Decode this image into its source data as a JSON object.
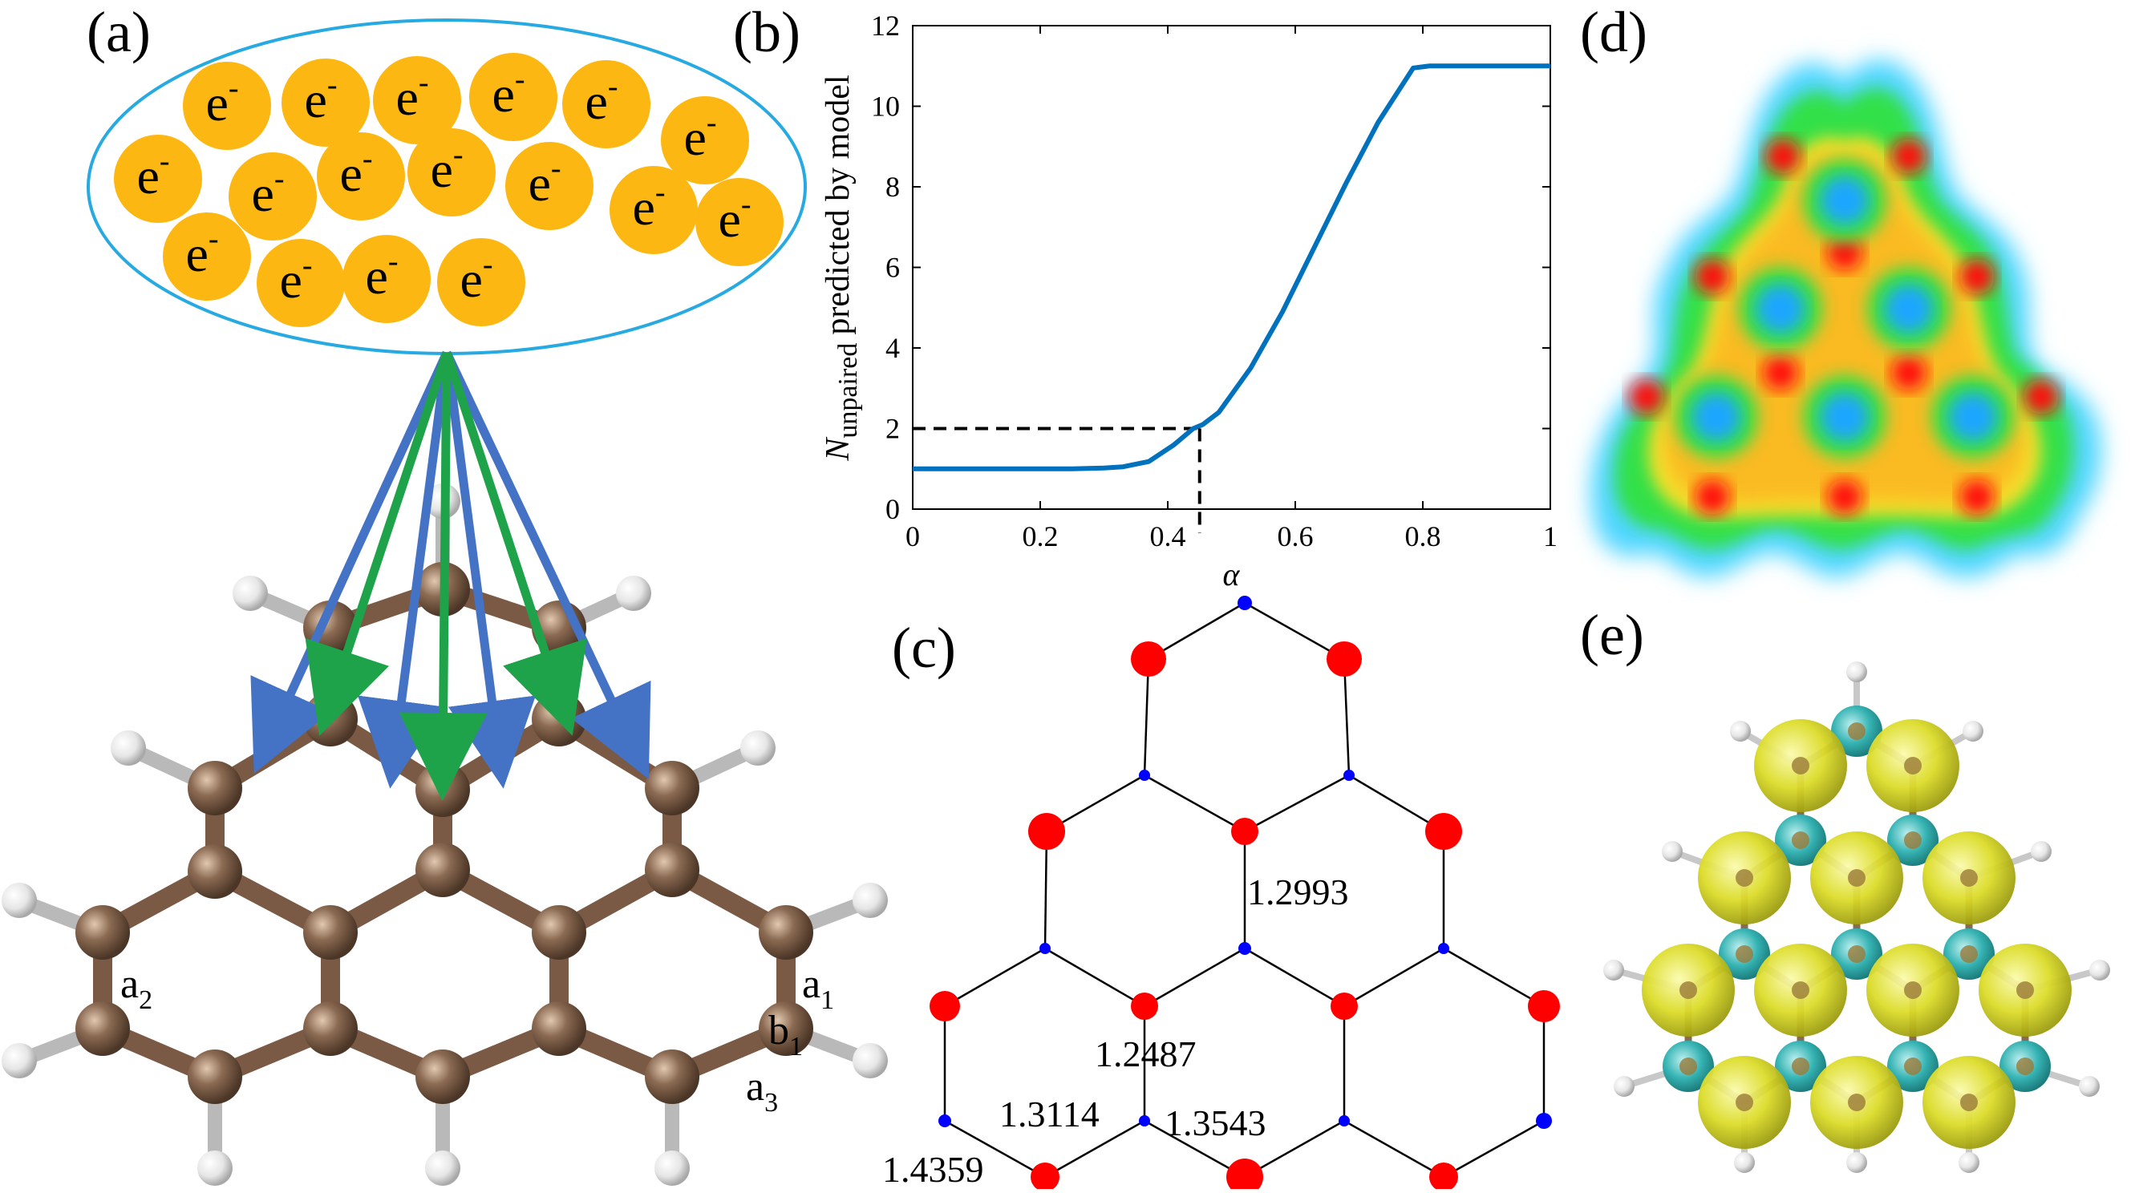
{
  "panels": {
    "a": "(a)",
    "b": "(b)",
    "c": "(c)",
    "d": "(d)",
    "e": "(e)"
  },
  "panel_a": {
    "electron_label": "e",
    "electron_sup": "-",
    "electron_count": 17,
    "bond_labels": {
      "a1": "a",
      "a1_sub": "1",
      "a2": "a",
      "a2_sub": "2",
      "a3": "a",
      "a3_sub": "3",
      "b1": "b",
      "b1_sub": "1"
    },
    "colors": {
      "electron": "#fdb713",
      "ellipse": "#27a9e1",
      "blue_arrow": "#4472c4",
      "green_arrow": "#1fa34a",
      "carbon": "#8b6a52",
      "bond": "#7a5a44",
      "hydrogen": "#e8e8e8"
    }
  },
  "chart_data": {
    "type": "line",
    "ylabel_main": "N",
    "ylabel_sub": "unpaired",
    "ylabel_rest": "predicted by model",
    "xlabel": "α",
    "xlim": [
      0,
      1
    ],
    "ylim": [
      0,
      12
    ],
    "xticks": [
      "0",
      "0.2",
      "0.4",
      "0.6",
      "0.8",
      "1"
    ],
    "yticks": [
      "0",
      "2",
      "4",
      "6",
      "8",
      "10",
      "12"
    ],
    "series": [
      {
        "x": [
          0,
          0.05,
          0.1,
          0.15,
          0.2,
          0.25,
          0.3,
          0.33,
          0.37,
          0.41,
          0.44,
          0.455,
          0.48,
          0.53,
          0.58,
          0.63,
          0.68,
          0.73,
          0.785,
          0.81,
          0.85,
          0.9,
          1.0
        ],
        "y": [
          1.0,
          1.0,
          1.0,
          1.0,
          1.0,
          1.0,
          1.02,
          1.05,
          1.18,
          1.6,
          2.0,
          2.1,
          2.4,
          3.5,
          4.9,
          6.5,
          8.1,
          9.6,
          10.95,
          11.0,
          11.0,
          11.0,
          11.0
        ],
        "color": "#0072bd"
      }
    ],
    "guide": {
      "x": 0.45,
      "y": 2
    }
  },
  "panel_c": {
    "bond_lengths": [
      "1.2993",
      "1.2487",
      "1.3114",
      "1.3543",
      "1.4359"
    ]
  }
}
